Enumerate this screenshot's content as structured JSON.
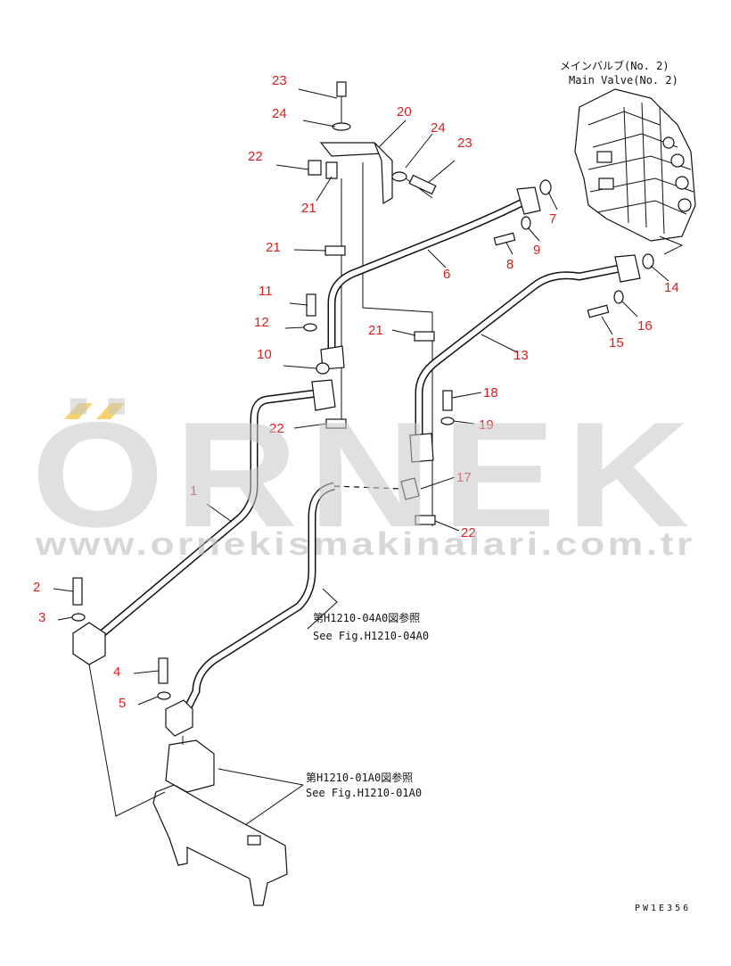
{
  "title_ja": "メインバルブ(No. 2)",
  "title_en": "Main Valve(No. 2)",
  "drawing_code": "PW1E356",
  "notes": [
    {
      "id": "note-1",
      "ja": "第H1210-04A0図参照",
      "en": "See Fig.H1210-04A0"
    },
    {
      "id": "note-2",
      "ja": "第H1210-01A0図参照",
      "en": "See Fig.H1210-01A0"
    }
  ],
  "callouts": [
    "23",
    "24",
    "20",
    "24",
    "23",
    "22",
    "21",
    "7",
    "21",
    "8",
    "9",
    "6",
    "14",
    "11",
    "12",
    "21",
    "16",
    "10",
    "13",
    "15",
    "18",
    "22",
    "19",
    "1",
    "17",
    "22",
    "2",
    "3",
    "4",
    "5"
  ],
  "watermark": {
    "brand": "ÖRNEK",
    "url": "www.ornekismakinalari.com.tr",
    "accent_color": "#f2c94c"
  }
}
